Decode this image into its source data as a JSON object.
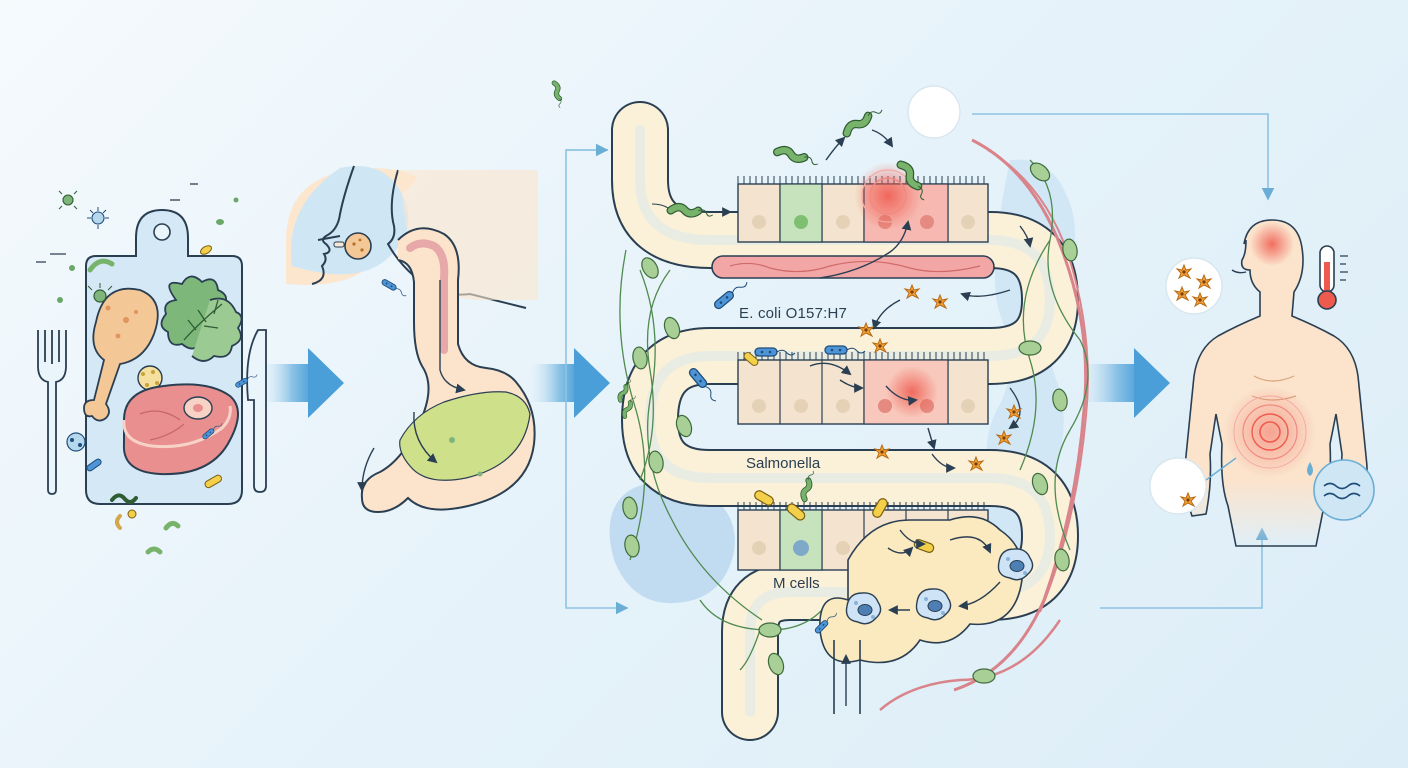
{
  "labels": {
    "ecoli": "E. coli O157:H7",
    "salmonella": "Salmonella",
    "m_cells": "M cells"
  },
  "icons": [
    "cutting-board-icon",
    "fork-icon",
    "knife-icon",
    "chicken-drumstick-icon",
    "lettuce-icon",
    "steak-icon",
    "bacteria-icon",
    "mouth-eating-icon",
    "stomach-icon",
    "intestine-icon",
    "blood-vessel-icon",
    "lymphatic-vessel-icon",
    "macrophage-icon",
    "toxin-icon",
    "human-torso-icon",
    "thermometer-icon",
    "water-loss-icon",
    "abdominal-pain-icon",
    "arrow-right-icon"
  ],
  "colors": {
    "background": "#e7f3fa",
    "outline": "#2a3f52",
    "arrow_blue": "#4a90c8",
    "pathogen_green": "#6aa86a",
    "pathogen_blue": "#3f86c6",
    "toxin_orange": "#e8952f",
    "inflammation_red": "#e8645a",
    "blood_vessel": "#d9848a",
    "lymph": "#7aa96a",
    "skin": "#fbe3cc"
  }
}
